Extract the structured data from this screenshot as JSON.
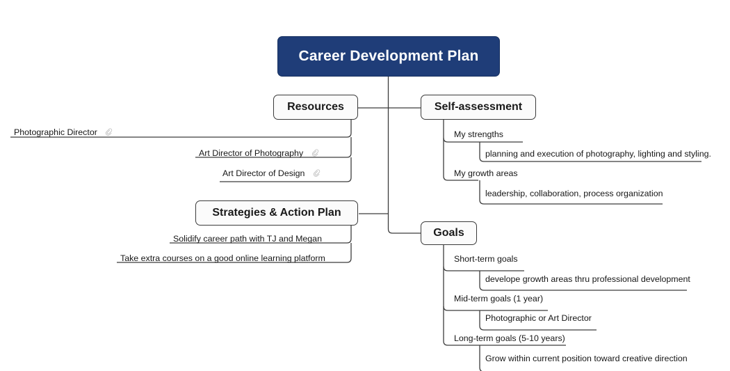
{
  "root": {
    "label": "Career Development  Plan",
    "color": "#1f3d78",
    "text_color": "#ffffff"
  },
  "branches": [
    {
      "id": "resources",
      "label": "Resources",
      "side": "left",
      "children": [
        {
          "label": "Photographic Director",
          "icon": "attachment-icon"
        },
        {
          "label": "Art Director of Photography",
          "icon": "attachment-icon"
        },
        {
          "label": "Art Director of Design",
          "icon": "attachment-icon"
        }
      ]
    },
    {
      "id": "self-assessment",
      "label": "Self-assessment",
      "side": "right",
      "children": [
        {
          "label": "My strengths"
        },
        {
          "label": "planning and execution of photography, lighting and styling."
        },
        {
          "label": "My growth areas"
        },
        {
          "label": "leadership, collaboration, process organization"
        }
      ]
    },
    {
      "id": "strategies",
      "label": "Strategies & Action Plan",
      "side": "left",
      "children": [
        {
          "label": "Solidify career path with TJ and Megan"
        },
        {
          "label": "Take extra courses on a good online learning platform"
        }
      ]
    },
    {
      "id": "goals",
      "label": "Goals",
      "side": "right",
      "children": [
        {
          "label": "Short-term goals"
        },
        {
          "label": "develope growth areas thru professional development"
        },
        {
          "label": "Mid-term goals (1 year)"
        },
        {
          "label": "Photographic or Art Director"
        },
        {
          "label": "Long-term goals (5-10 years)"
        },
        {
          "label": "Grow within current position toward creative direction"
        }
      ]
    }
  ],
  "style": {
    "node_border": "#3a3a3a",
    "node_fill": "#fbfbfb",
    "wire_color": "#3c3c3c",
    "text_color": "#161616"
  }
}
